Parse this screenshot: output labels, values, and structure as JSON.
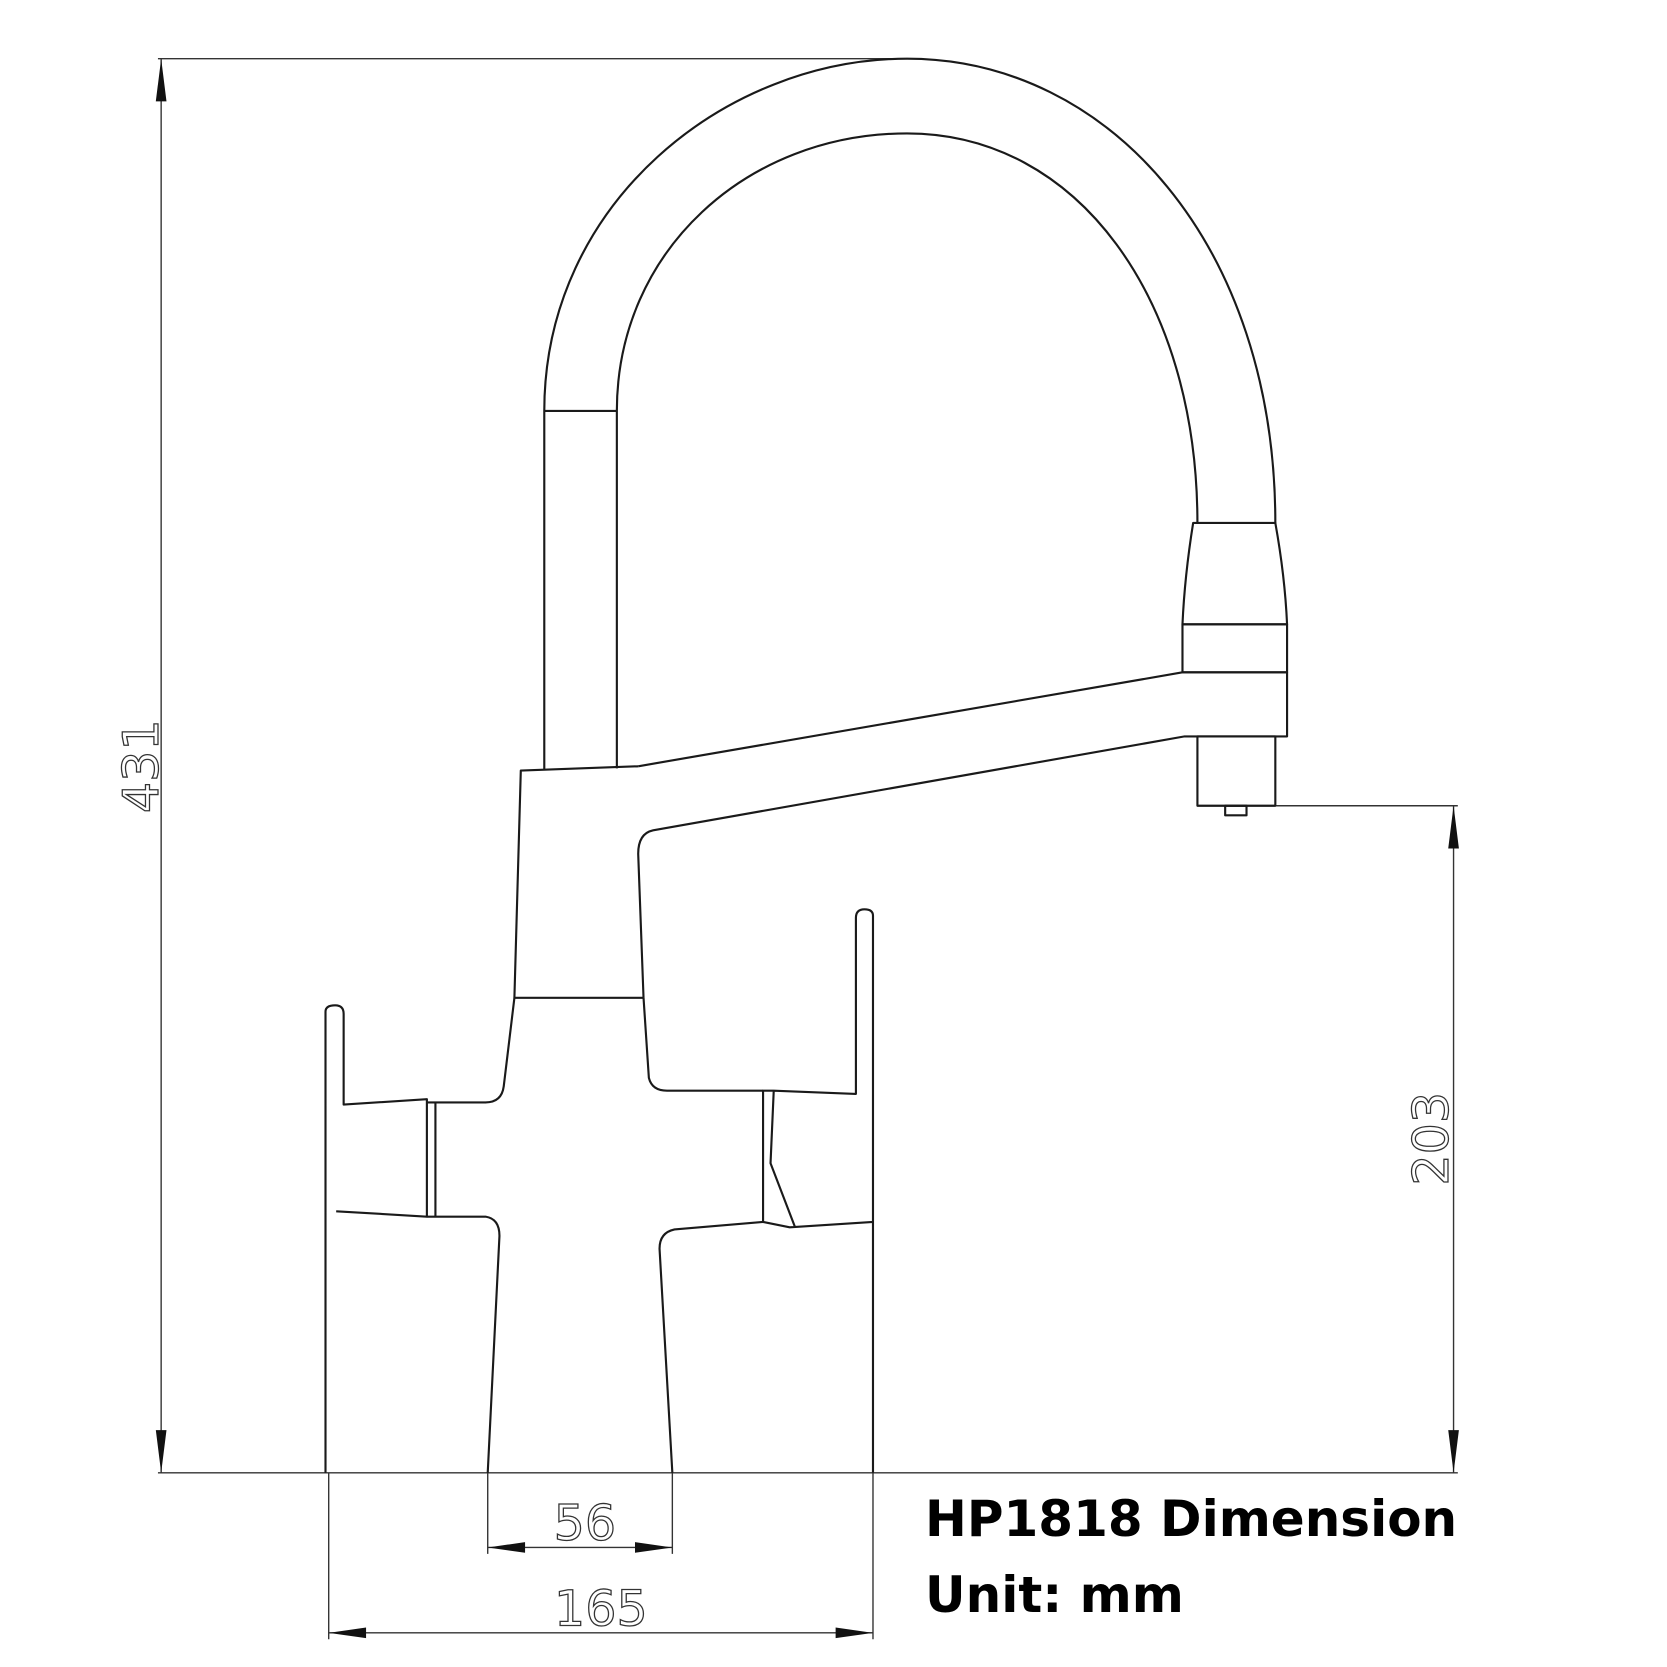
{
  "title": "HP1818 Dimension",
  "unit_label": "Unit: mm",
  "dimensions": {
    "overall_height": "431",
    "spout_height": "203",
    "base_width": "56",
    "overall_width": "165"
  },
  "colors": {
    "line": "#1a1a1a",
    "background": "#ffffff"
  }
}
